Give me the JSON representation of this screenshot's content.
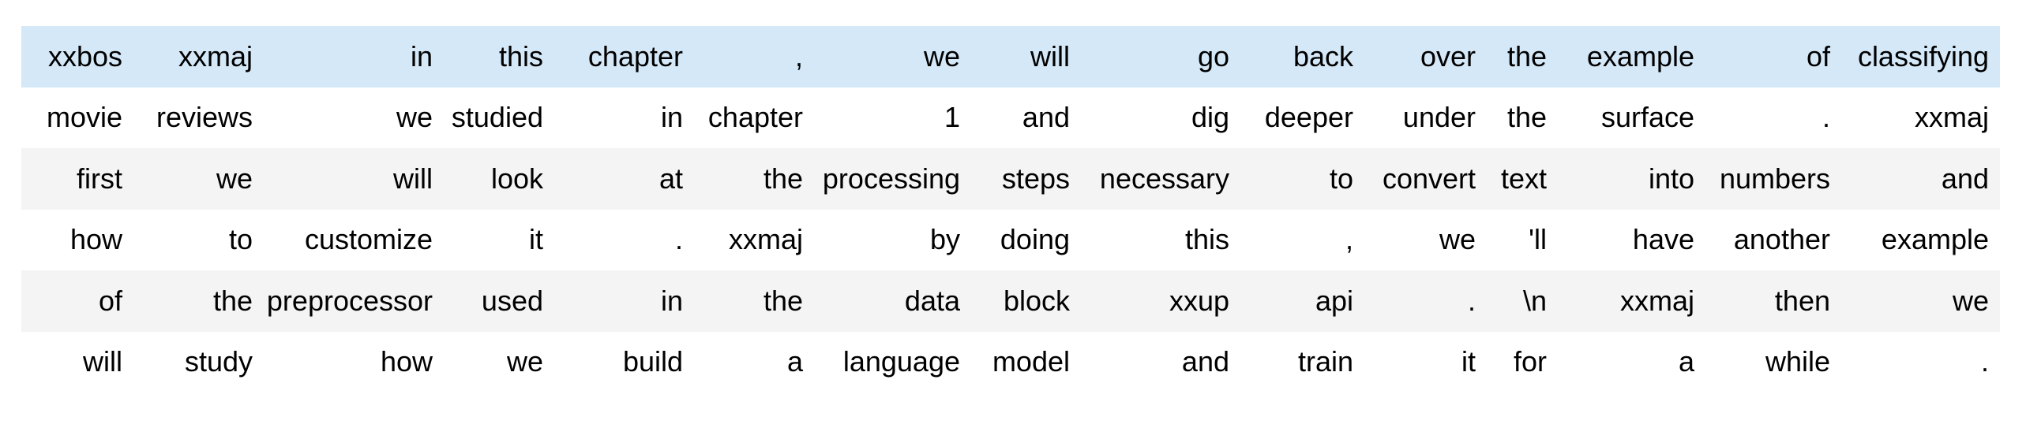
{
  "view": {
    "description": "Tokenized text preview table (subword/word tokens with xx special tokens) rendered as notebook output",
    "row_count": 6,
    "column_count": 15
  },
  "colors": {
    "highlighted_row_bg": "#d4e8f8",
    "striped_row_bg": "#f4f4f4",
    "plain_row_bg": "#ffffff",
    "token_text": "#000000"
  },
  "table": {
    "highlighted_row_index": 0,
    "striped_row_indices": [
      2,
      4
    ],
    "rows": [
      [
        "xxbos",
        "xxmaj",
        "in",
        "this",
        "chapter",
        ",",
        "we",
        "will",
        "go",
        "back",
        "over",
        "the",
        "example",
        "of",
        "classifying"
      ],
      [
        "movie",
        "reviews",
        "we",
        "studied",
        "in",
        "chapter",
        "1",
        "and",
        "dig",
        "deeper",
        "under",
        "the",
        "surface",
        ".",
        "xxmaj"
      ],
      [
        "first",
        "we",
        "will",
        "look",
        "at",
        "the",
        "processing",
        "steps",
        "necessary",
        "to",
        "convert",
        "text",
        "into",
        "numbers",
        "and"
      ],
      [
        "how",
        "to",
        "customize",
        "it",
        ".",
        "xxmaj",
        "by",
        "doing",
        "this",
        ",",
        "we",
        "'ll",
        "have",
        "another",
        "example"
      ],
      [
        "of",
        "the",
        "preprocessor",
        "used",
        "in",
        "the",
        "data",
        "block",
        "xxup",
        "api",
        ".",
        "\\n",
        "xxmaj",
        "then",
        "we"
      ],
      [
        "will",
        "study",
        "how",
        "we",
        "build",
        "a",
        "language",
        "model",
        "and",
        "train",
        "it",
        "for",
        "a",
        "while",
        "."
      ]
    ]
  }
}
